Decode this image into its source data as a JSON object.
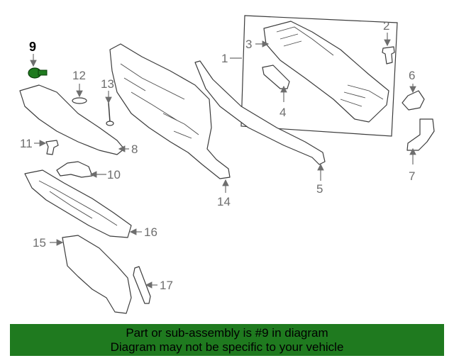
{
  "diagram": {
    "callouts": {
      "c1": "1",
      "c2": "2",
      "c3": "3",
      "c4": "4",
      "c5": "5",
      "c6": "6",
      "c7": "7",
      "c8": "8",
      "c9": "9",
      "c10": "10",
      "c11": "11",
      "c12": "12",
      "c13": "13",
      "c14": "14",
      "c15": "15",
      "c16": "16",
      "c17": "17"
    },
    "highlighted_part": "9",
    "highlight_color": "#1f7a1f"
  },
  "banner": {
    "line1": "Part or sub-assembly is #9 in diagram",
    "line2": "Diagram may not be specific to your vehicle",
    "background": "#1f7a1f"
  }
}
